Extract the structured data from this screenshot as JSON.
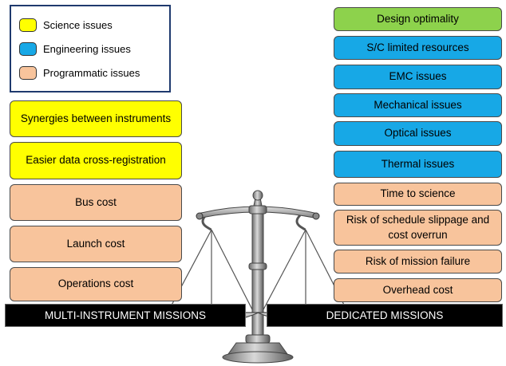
{
  "colors": {
    "science": "#ffff00",
    "engineering": "#17a8e6",
    "programmatic": "#f8c49c",
    "design": "#8dd24c",
    "bar": "#000000"
  },
  "legend": {
    "items": [
      {
        "label": "Science issues",
        "color": "#ffff00"
      },
      {
        "label": "Engineering issues",
        "color": "#17a8e6"
      },
      {
        "label": "Programmatic issues",
        "color": "#f8c49c"
      }
    ]
  },
  "left": {
    "items": [
      {
        "label": "Synergies between instruments",
        "category": "science"
      },
      {
        "label": "Easier data cross-registration",
        "category": "science"
      },
      {
        "label": "Bus cost",
        "category": "programmatic"
      },
      {
        "label": "Launch cost",
        "category": "programmatic"
      },
      {
        "label": "Operations cost",
        "category": "programmatic"
      }
    ],
    "bar_label": "MULTI-INSTRUMENT MISSIONS"
  },
  "right": {
    "items": [
      {
        "label": "Design optimality",
        "category": "design"
      },
      {
        "label": "S/C limited resources",
        "category": "engineering"
      },
      {
        "label": "EMC issues",
        "category": "engineering"
      },
      {
        "label": "Mechanical issues",
        "category": "engineering"
      },
      {
        "label": "Optical issues",
        "category": "engineering"
      },
      {
        "label": "Thermal issues",
        "category": "engineering"
      },
      {
        "label": "Time to science",
        "category": "programmatic"
      },
      {
        "label": "Risk of schedule slippage and cost overrun",
        "category": "programmatic"
      },
      {
        "label": "Risk of mission failure",
        "category": "programmatic"
      },
      {
        "label": "Overhead cost",
        "category": "programmatic"
      }
    ],
    "bar_label": "DEDICATED MISSIONS"
  },
  "scale_icon": "balance-scale-icon"
}
